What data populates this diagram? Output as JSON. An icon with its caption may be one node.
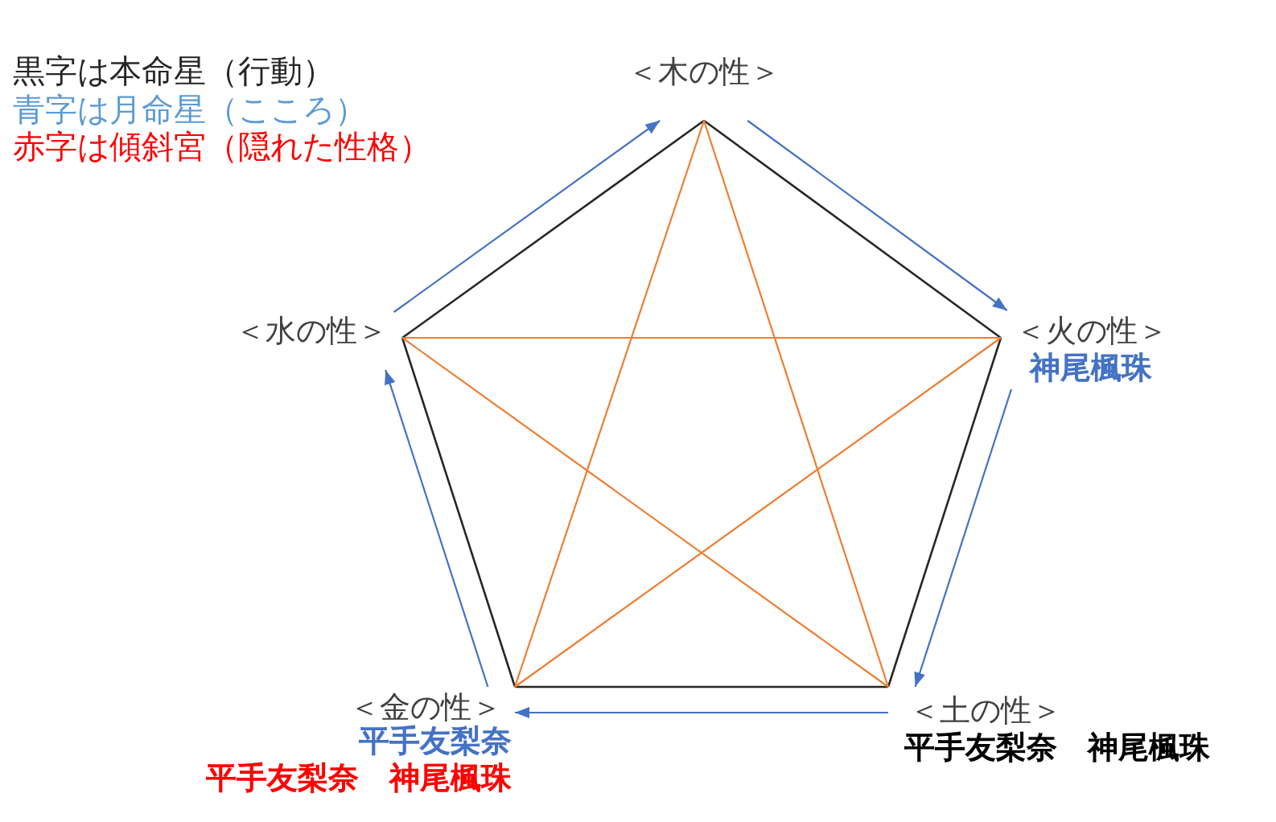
{
  "diagram": {
    "nodes": [
      {
        "text": [
          "＜木の性＞"
        ]
      },
      {
        "text": [
          "＜水の性＞"
        ]
      },
      {
        "text": [
          "＜火の性＞",
          "神尾楓珠"
        ]
      },
      {
        "text": [
          "＜金の性＞",
          "平手友梨奈",
          "平手友梨奈　神尾楓珠"
        ]
      },
      {
        "text": [
          "＜土の性＞",
          "平手友梨奈　神尾楓珠"
        ]
      }
    ],
    "edges": [
      {
        "from": 0,
        "to": 2,
        "arrow": "none"
      },
      {
        "from": 2,
        "to": 4,
        "arrow": "none"
      },
      {
        "from": 4,
        "to": 3,
        "arrow": "none"
      },
      {
        "from": 3,
        "to": 1,
        "arrow": "none"
      },
      {
        "from": 1,
        "to": 0,
        "arrow": "none"
      },
      {
        "from": 0,
        "to": 4,
        "arrow": "none",
        "color": "#ed7d31"
      },
      {
        "from": 0,
        "to": 3,
        "arrow": "none",
        "color": "#ed7d31"
      },
      {
        "from": 1,
        "to": 2,
        "arrow": "none",
        "color": "#ed7d31"
      },
      {
        "from": 1,
        "to": 4,
        "arrow": "none",
        "color": "#ed7d31"
      },
      {
        "from": 2,
        "to": 3,
        "arrow": "none",
        "color": "#ed7d31"
      },
      {
        "from": 0,
        "to": 2,
        "arrow": "to",
        "color": "#4472c4"
      },
      {
        "from": 2,
        "to": 4,
        "arrow": "to",
        "color": "#4472c4"
      },
      {
        "from": 4,
        "to": 3,
        "arrow": "to",
        "color": "#4472c4"
      },
      {
        "from": 3,
        "to": 1,
        "arrow": "to",
        "color": "#4472c4"
      },
      {
        "from": 1,
        "to": 0,
        "arrow": "to",
        "color": "#4472c4"
      }
    ],
    "legend": [
      {
        "text": "黒字は本命星（行動）",
        "color": "#262626"
      },
      {
        "text": "青字は月命星（こころ）",
        "color": "#5b9bd5"
      },
      {
        "text": "赤字は傾斜宮（隠れた性格）",
        "color": "#ff0000"
      }
    ]
  }
}
